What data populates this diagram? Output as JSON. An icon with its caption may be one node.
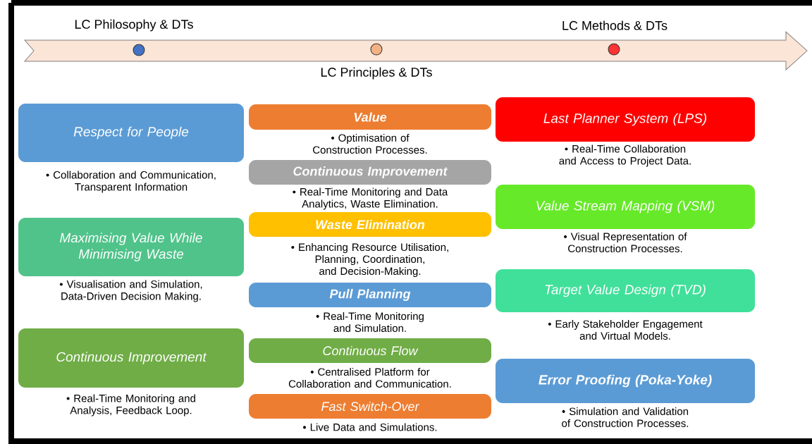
{
  "diagram": {
    "nodes": [
      {
        "text": [
          "Respect for People"
        ],
        "beside": [
          "• Collaboration and Communication, Transparent Information"
        ]
      },
      {
        "text": [
          "Maximising Value While Minimising Waste"
        ],
        "beside": [
          "• Visualisation and Simulation, Data-Driven Decision Making."
        ]
      },
      {
        "text": [
          "Continuous Improvement"
        ],
        "beside": [
          "• Real-Time Monitoring and Analysis, Feedback Loop."
        ]
      },
      {
        "text": [
          "Value"
        ],
        "beside": [
          "• Optimisation of Construction Processes."
        ]
      },
      {
        "text": [
          "Continuous Improvement"
        ],
        "beside": [
          "• Real-Time Monitoring and Data Analytics, Waste Elimination."
        ]
      },
      {
        "text": [
          "Waste Elimination"
        ],
        "beside": [
          "• Enhancing Resource Utilisation, Planning, Coordination, and Decision-Making."
        ]
      },
      {
        "text": [
          "Pull Planning"
        ],
        "beside": [
          "• Real-Time Monitoring and Simulation."
        ]
      },
      {
        "text": [
          "Continuous Flow"
        ],
        "beside": [
          "• Centralised Platform for Collaboration and Communication."
        ]
      },
      {
        "text": [
          "Fast Switch-Over"
        ],
        "beside": [
          "• Live Data and Simulations."
        ]
      },
      {
        "text": [
          "Last Planner System (LPS)"
        ],
        "beside": [
          "• Real-Time Collaboration and Access to Project Data."
        ]
      },
      {
        "text": [
          "Value Stream Mapping (VSM)"
        ],
        "beside": [
          "• Visual Representation of Construction Processes."
        ]
      },
      {
        "text": [
          "Target Value Design (TVD)"
        ],
        "beside": [
          "• Early Stakeholder Engagement and Virtual Models."
        ]
      },
      {
        "text": [
          "Error Proofing (Poka-Yoke)"
        ],
        "beside": [
          "• Simulation and Validation of Construction Processes."
        ]
      }
    ],
    "labels": [
      "LC Philosophy & DTs",
      "LC Methods & DTs",
      "LC Principles & DTs"
    ]
  }
}
